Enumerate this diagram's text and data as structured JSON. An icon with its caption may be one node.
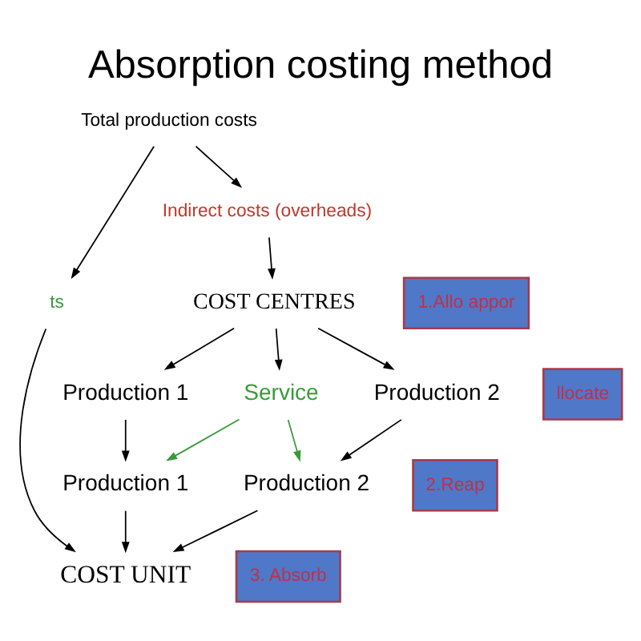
{
  "diagram": {
    "title": "Absorption costing method",
    "nodes": [
      {
        "text": [
          "Total production costs"
        ]
      },
      {
        "text": [
          "ts"
        ]
      },
      {
        "text": [
          "Indirect costs (overheads)"
        ]
      },
      {
        "text": [
          "COST CENTRES"
        ]
      },
      {
        "text": [
          "Production 1"
        ]
      },
      {
        "text": [
          "Production 2"
        ]
      },
      {
        "text": [
          "Service"
        ]
      },
      {
        "text": [
          "Production 1"
        ]
      },
      {
        "text": [
          "Production 2"
        ]
      },
      {
        "text": [
          "COST UNIT"
        ]
      },
      {
        "text": [
          "1.Allo appor"
        ]
      },
      {
        "text": [
          "llocate"
        ]
      },
      {
        "text": [
          "2.Reap"
        ]
      },
      {
        "text": [
          "3. Absorb"
        ]
      }
    ],
    "edges": [
      {
        "from": 0,
        "to": 1,
        "arrow": "to"
      },
      {
        "from": 0,
        "to": 2,
        "arrow": "to"
      },
      {
        "from": 2,
        "to": 3,
        "arrow": "to"
      },
      {
        "from": 3,
        "to": 4,
        "arrow": "to"
      },
      {
        "from": 3,
        "to": 5,
        "arrow": "to"
      },
      {
        "from": 3,
        "to": 6,
        "arrow": "to"
      },
      {
        "from": 4,
        "to": 7,
        "arrow": "to"
      },
      {
        "from": 5,
        "to": 8,
        "arrow": "to"
      },
      {
        "from": 6,
        "to": 7,
        "arrow": "to",
        "color": "#3a9a3a"
      },
      {
        "from": 6,
        "to": 8,
        "arrow": "to",
        "color": "#3a9a3a"
      },
      {
        "from": 1,
        "to": 9,
        "arrow": "to"
      },
      {
        "from": 7,
        "to": 9,
        "arrow": "to"
      },
      {
        "from": 8,
        "to": 9,
        "arrow": "to"
      }
    ]
  }
}
